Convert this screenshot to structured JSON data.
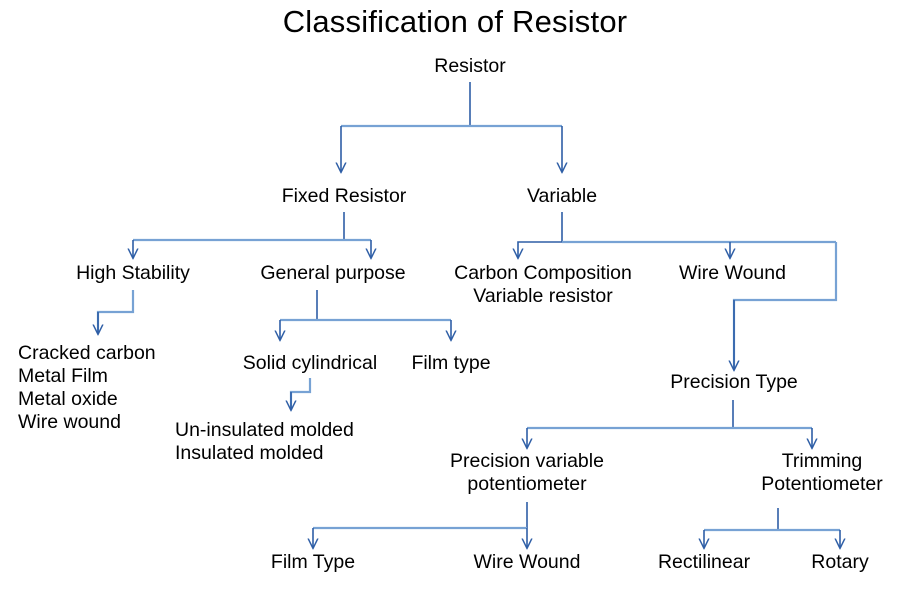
{
  "diagram": {
    "title": "Classification of Resistor",
    "type": "tree",
    "line_color_horizontal": "#77a2d4",
    "line_color_vertical": "#2e5ea6",
    "text_color": "#000000",
    "background": "#ffffff",
    "nodes": {
      "root": "Resistor",
      "fixed_resistor": "Fixed Resistor",
      "variable": "Variable",
      "high_stability": "High Stability",
      "general_purpose": "General purpose",
      "carbon_composition": "Carbon Composition\nVariable resistor",
      "wire_wound_variable": "Wire Wound",
      "high_stability_types": "Cracked carbon\nMetal Film\nMetal oxide\nWire wound",
      "solid_cylindrical": "Solid cylindrical",
      "film_type_general": "Film type",
      "molded_types": "Un-insulated molded\nInsulated molded",
      "precision_type": "Precision Type",
      "precision_variable_potentiometer": "Precision variable\npotentiometer",
      "trimming_potentiometer": "Trimming\nPotentiometer",
      "film_type_precision": "Film Type",
      "wire_wound_precision": "Wire Wound",
      "rectilinear": "Rectilinear",
      "rotary": "Rotary"
    },
    "edges": [
      {
        "from": "root",
        "to": "fixed_resistor"
      },
      {
        "from": "root",
        "to": "variable"
      },
      {
        "from": "fixed_resistor",
        "to": "high_stability"
      },
      {
        "from": "fixed_resistor",
        "to": "general_purpose"
      },
      {
        "from": "variable",
        "to": "carbon_composition"
      },
      {
        "from": "variable",
        "to": "wire_wound_variable"
      },
      {
        "from": "variable",
        "to": "precision_type"
      },
      {
        "from": "high_stability",
        "to": "high_stability_types"
      },
      {
        "from": "general_purpose",
        "to": "solid_cylindrical"
      },
      {
        "from": "general_purpose",
        "to": "film_type_general"
      },
      {
        "from": "solid_cylindrical",
        "to": "molded_types"
      },
      {
        "from": "precision_type",
        "to": "precision_variable_potentiometer"
      },
      {
        "from": "precision_type",
        "to": "trimming_potentiometer"
      },
      {
        "from": "precision_variable_potentiometer",
        "to": "film_type_precision"
      },
      {
        "from": "precision_variable_potentiometer",
        "to": "wire_wound_precision"
      },
      {
        "from": "trimming_potentiometer",
        "to": "rectilinear"
      },
      {
        "from": "trimming_potentiometer",
        "to": "rotary"
      }
    ]
  }
}
